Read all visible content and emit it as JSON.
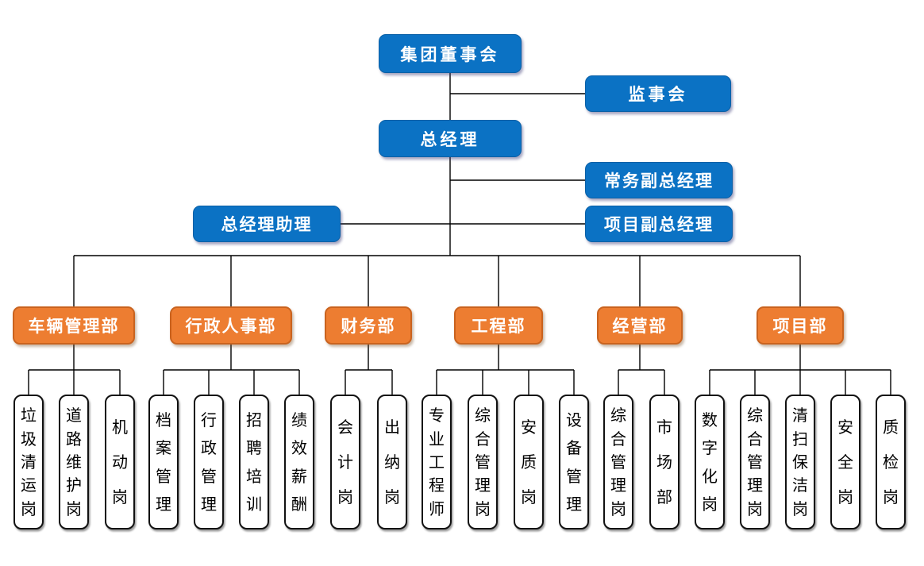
{
  "palette": {
    "box_blue": "#0B72C4",
    "box_orange": "#ED7D31",
    "orange_border": "#C9631F",
    "post_border": "#111111",
    "connector_line": "#000000",
    "text_on_color": "#FFFFFF",
    "post_text": "#000000",
    "background": "#FFFFFF"
  },
  "org": {
    "board": "集团董事会",
    "supervisory": "监事会",
    "general_manager": "总经理",
    "exec_deputy_gm": "常务副总经理",
    "project_deputy_gm": "项目副总经理",
    "gm_assistant": "总经理助理",
    "departments": [
      {
        "label": "车辆管理部",
        "children": [
          "垃圾清运岗",
          "道路维护岗",
          "机动岗"
        ]
      },
      {
        "label": "行政人事部",
        "children": [
          "档案管理",
          "行政管理",
          "招聘培训",
          "绩效薪酬"
        ]
      },
      {
        "label": "财务部",
        "children": [
          "会计岗",
          "出纳岗"
        ]
      },
      {
        "label": "工程部",
        "children": [
          "专业工程师",
          "综合管理岗",
          "安质岗",
          "设备管理"
        ]
      },
      {
        "label": "经营部",
        "children": [
          "综合管理岗",
          "市场部"
        ]
      },
      {
        "label": "项目部",
        "children": [
          "数字化岗",
          "综合管理岗",
          "清扫保洁岗",
          "安全岗",
          "质检岗"
        ]
      }
    ]
  }
}
